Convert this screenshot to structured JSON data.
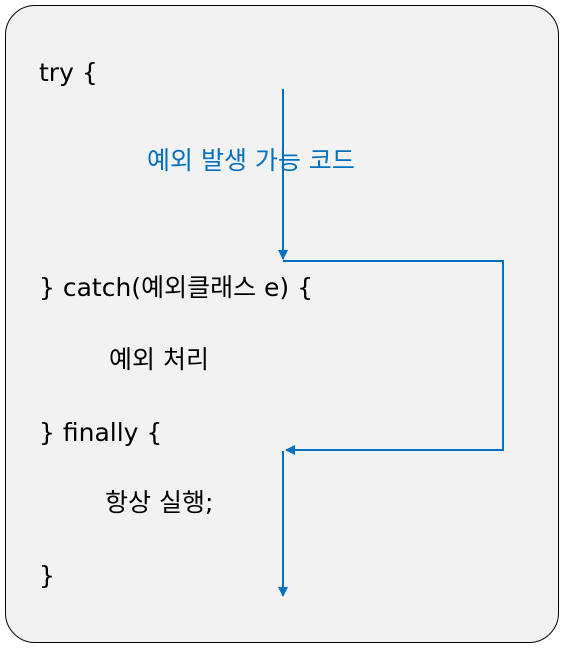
{
  "code": {
    "try_open": "try {",
    "risky_code": "예외 발생 가능 코드",
    "catch_line": "} catch(예외클래스 e) {",
    "handle": "예외 처리",
    "finally_line": "} finally {",
    "always_run": "항상 실행;",
    "close": "}"
  },
  "colors": {
    "flow": "#0070c0",
    "panel_bg": "#f2f2f2",
    "border": "#000000"
  }
}
